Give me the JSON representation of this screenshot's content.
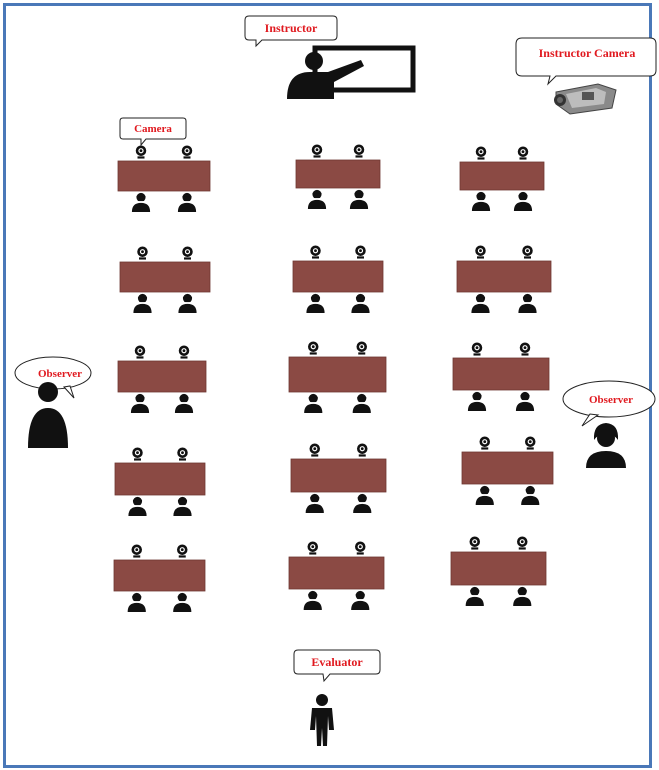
{
  "labels": {
    "instructor": "Instructor",
    "instructor_camera": "Instructor Camera",
    "camera": "Camera",
    "observer_left": "Observer",
    "observer_right": "Observer",
    "evaluator": "Evaluator"
  },
  "layout": {
    "columns": 3,
    "rows": 5,
    "students_per_desk": 2,
    "webcams_per_desk": 2
  },
  "colors": {
    "desk": "#8b4a44",
    "label_text": "#e0191f",
    "icon": "#111111",
    "frame": "#4a78b8"
  },
  "icons": {
    "instructor": "presenter-at-board-icon",
    "instructor_camera": "video-camera-icon",
    "webcam": "webcam-icon",
    "student": "student-person-icon",
    "observer": "person-bust-icon",
    "evaluator": "standing-person-icon"
  }
}
